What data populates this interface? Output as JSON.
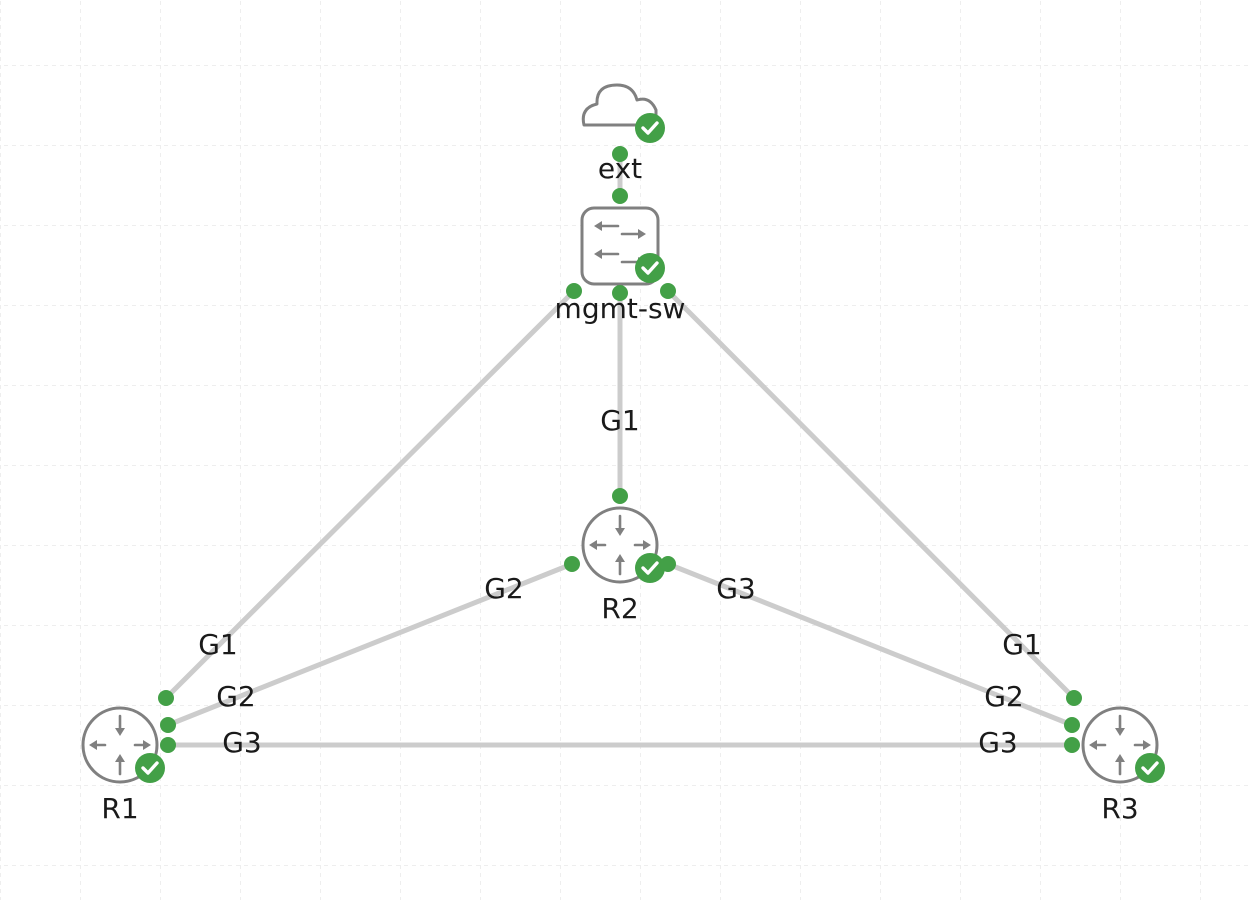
{
  "colors": {
    "background": "#ffffff",
    "grid": "#e6e6e6",
    "link": "#cccccc",
    "port": "#43a047",
    "status_ok": "#43a047",
    "icon_stroke": "#808080"
  },
  "nodes": {
    "ext": {
      "label": "ext",
      "icon": "cloud-icon",
      "status": "running",
      "status_icon": "check-circle-icon"
    },
    "mgmt_sw": {
      "label": "mgmt-sw",
      "icon": "switch-icon",
      "status": "running",
      "status_icon": "check-circle-icon"
    },
    "r1": {
      "label": "R1",
      "icon": "router-icon",
      "status": "running",
      "status_icon": "check-circle-icon"
    },
    "r2": {
      "label": "R2",
      "icon": "router-icon",
      "status": "running",
      "status_icon": "check-circle-icon"
    },
    "r3": {
      "label": "R3",
      "icon": "router-icon",
      "status": "running",
      "status_icon": "check-circle-icon"
    }
  },
  "links": [
    {
      "id": "ext-mgmt",
      "from": "ext",
      "to": "mgmt-sw",
      "from_iface": "",
      "to_iface": ""
    },
    {
      "id": "mgmt-r1",
      "from": "mgmt-sw",
      "to": "R1",
      "from_iface": "",
      "to_iface": "G1"
    },
    {
      "id": "mgmt-r2",
      "from": "mgmt-sw",
      "to": "R2",
      "from_iface": "",
      "to_iface": "G1"
    },
    {
      "id": "mgmt-r3",
      "from": "mgmt-sw",
      "to": "R3",
      "from_iface": "",
      "to_iface": "G1"
    },
    {
      "id": "r1-r2",
      "from": "R1",
      "to": "R2",
      "from_iface": "G2",
      "to_iface": "G2"
    },
    {
      "id": "r2-r3",
      "from": "R2",
      "to": "R3",
      "from_iface": "G3",
      "to_iface": "G2"
    },
    {
      "id": "r1-r3",
      "from": "R1",
      "to": "R3",
      "from_iface": "G3",
      "to_iface": "G3"
    }
  ]
}
